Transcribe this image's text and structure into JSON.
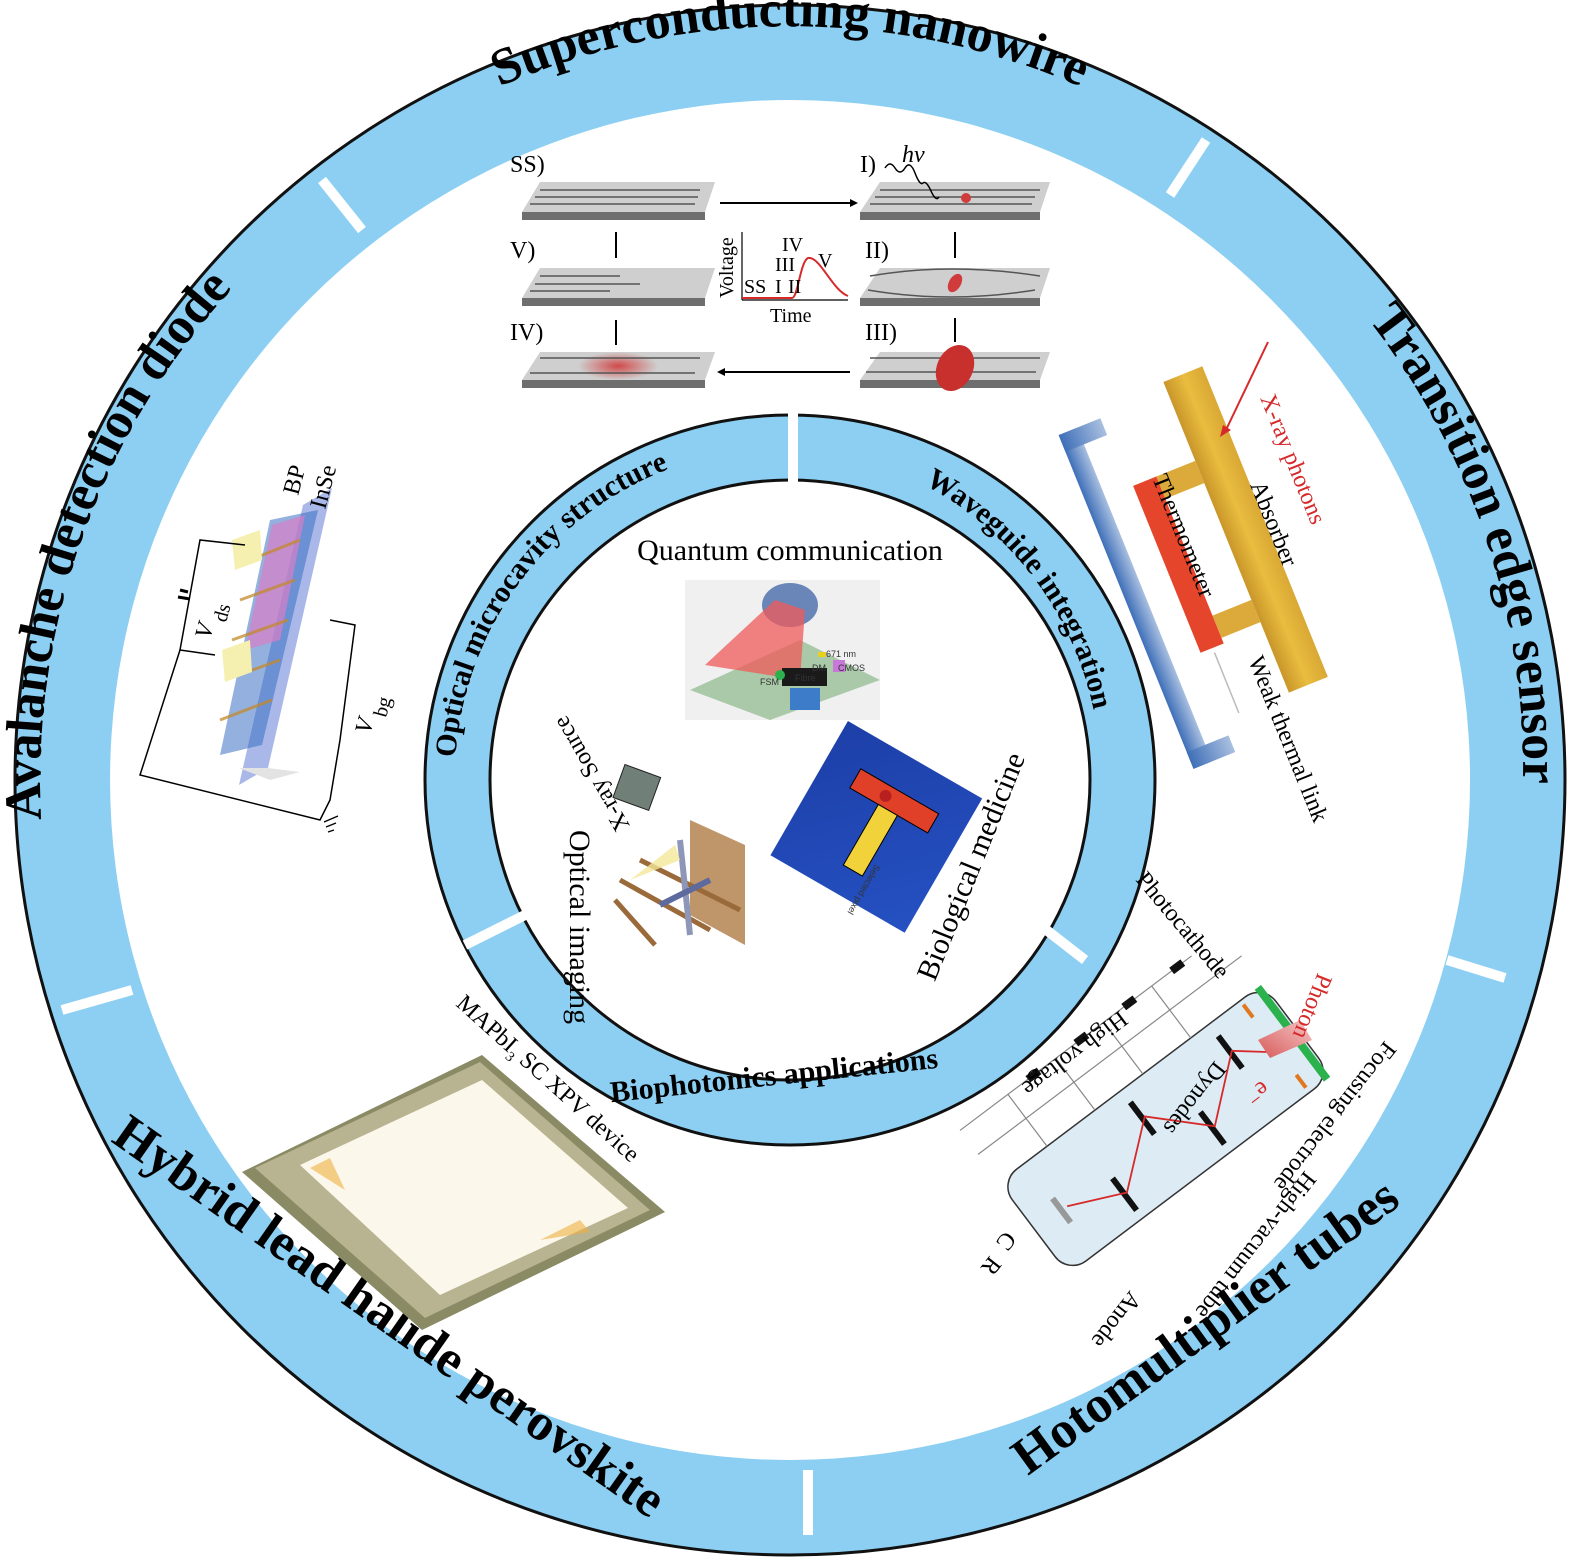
{
  "figure": {
    "outer_ring": {
      "segments": [
        {
          "id": "superconducting",
          "title": "Superconducting nanowire"
        },
        {
          "id": "tes",
          "title": "Transition edge sensor"
        },
        {
          "id": "pmt",
          "title": "Hotomultiplier tubes"
        },
        {
          "id": "perovskite",
          "title": "Hybrid lead halide perovskite"
        },
        {
          "id": "apd",
          "title": "Avalanche detection diode"
        }
      ]
    },
    "inner_ring": {
      "segments": [
        {
          "id": "microcavity",
          "title": "Optical microcavity structure"
        },
        {
          "id": "waveguide",
          "title": "Waveguide integration"
        },
        {
          "id": "biophotonics",
          "title": "Biophotonics applications"
        }
      ]
    },
    "applications": {
      "quantum": "Quantum communication",
      "imaging": "Optical imaging",
      "medicine": "Biological medicine",
      "xray_source": "X-ray Source",
      "selected_pixel": "Selected pixel",
      "quantum_parts": {
        "wavelength": "671 nm",
        "dm": "DM",
        "cmos": "CMOS",
        "fsm": "FSM",
        "fibre": "Fibre"
      }
    },
    "snspd": {
      "states": [
        "SS)",
        "I)",
        "II)",
        "III)",
        "IV)",
        "V)"
      ],
      "photon": "hν",
      "graph": {
        "xlabel": "Time",
        "ylabel": "Voltage",
        "stage_labels": [
          "SS",
          "I",
          "II",
          "III",
          "IV",
          "V"
        ]
      }
    },
    "tes": {
      "xray": "X-ray photons",
      "absorber": "Absorber",
      "thermometer": "Thermometer",
      "link": "Weak thermal link"
    },
    "apd": {
      "bp": "BP",
      "inse": "InSe",
      "vds": "V",
      "vds_sub": "ds",
      "vbg": "V",
      "vbg_sub": "bg"
    },
    "perovskite": {
      "device": "MAPbI",
      "device_sub": "3",
      "device_rest": " SC XPV device"
    },
    "pmt": {
      "photocathode": "Photocathode",
      "photon": "Photon",
      "electron": "e⁻",
      "focusing": "Focusing electrode",
      "dynodes": "Dynodes",
      "high_voltage": "High voltage",
      "vacuum": "High-vacuum tube",
      "anode": "Anode",
      "c": "C",
      "r": "R"
    },
    "colors": {
      "ring": "#8ccff2",
      "accent_red": "#d62a2a",
      "absorber_gold": "#e2b23a",
      "pcb_green": "#2bb24c"
    }
  }
}
